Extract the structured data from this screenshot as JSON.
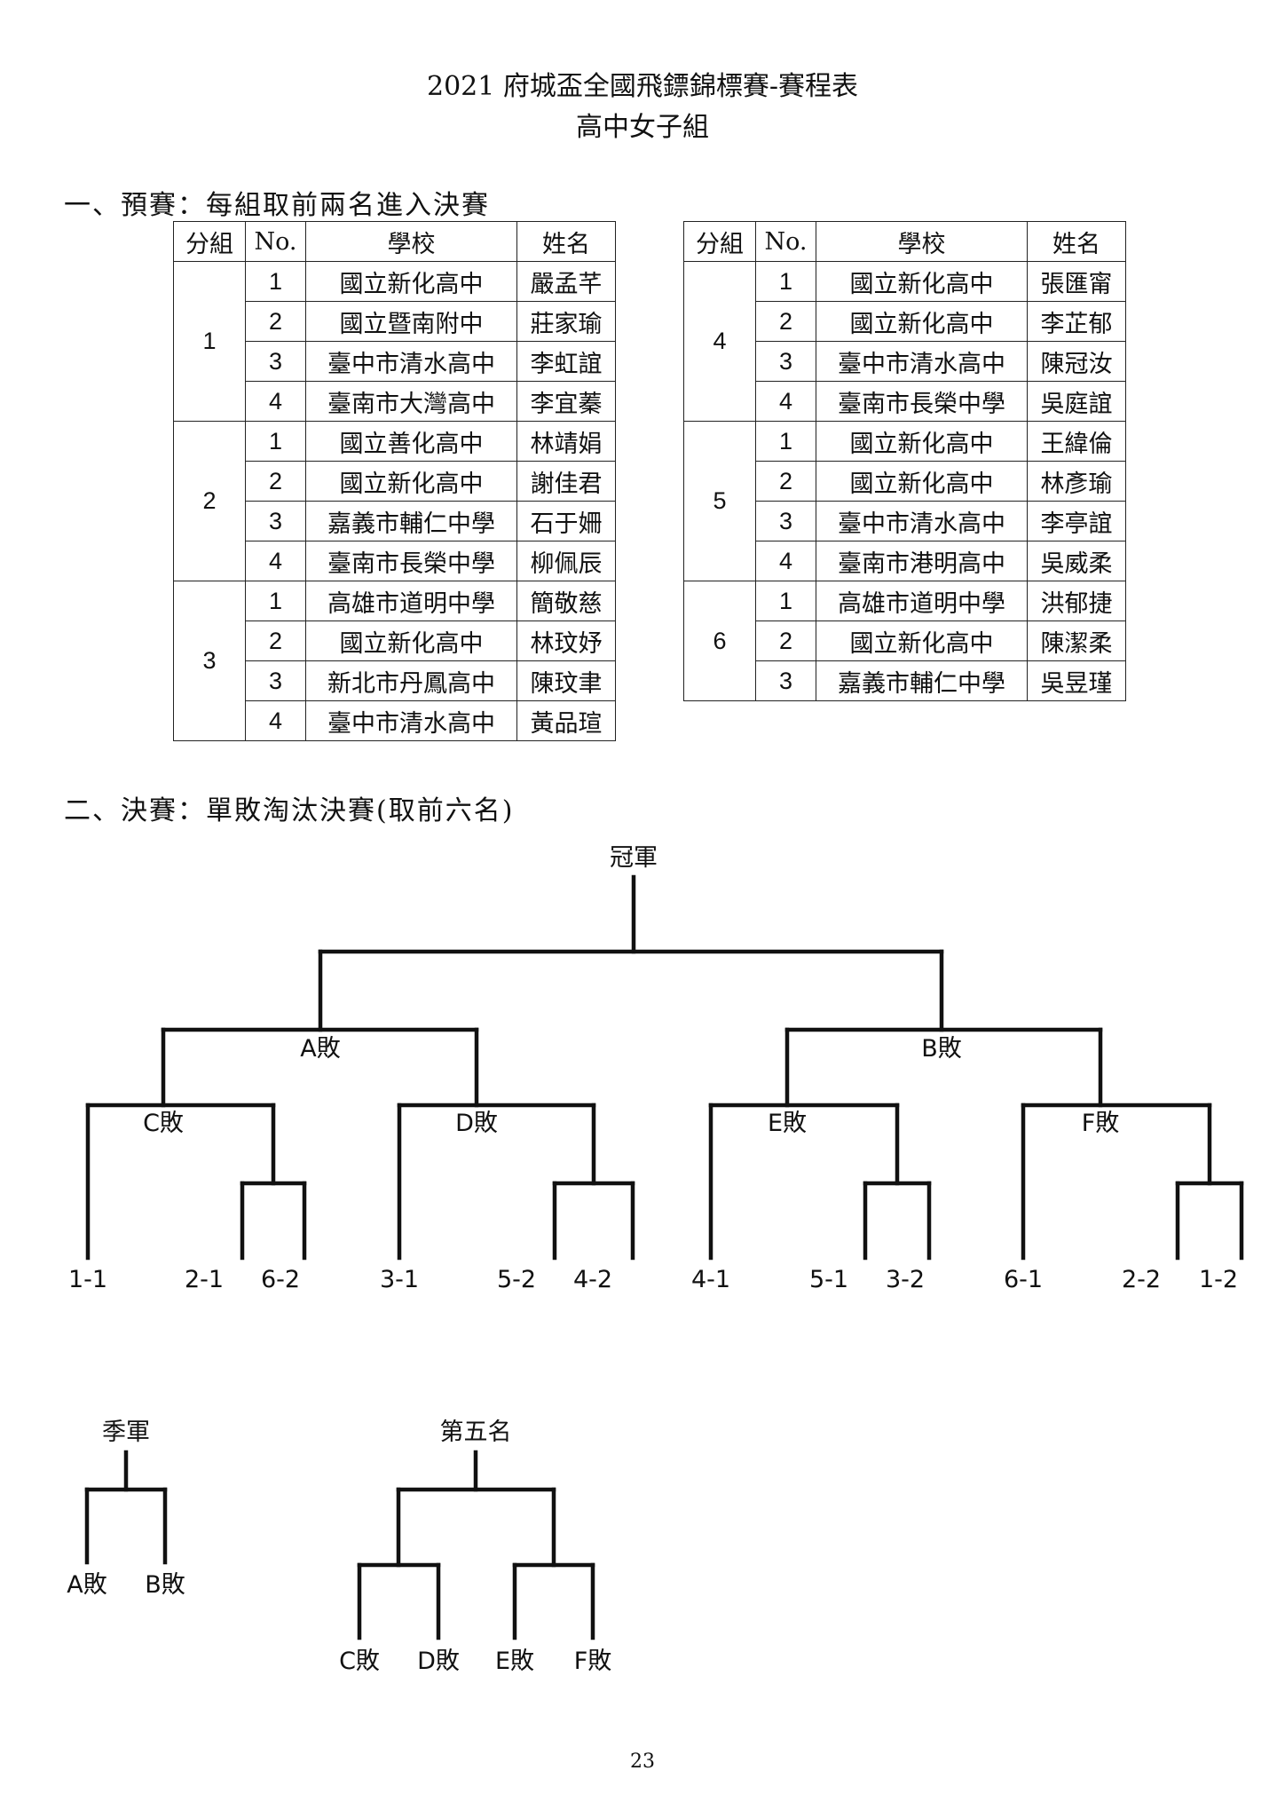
{
  "header": {
    "title": "2021 府城盃全國飛鏢錦標賽-賽程表",
    "subtitle": "高中女子組"
  },
  "prelim": {
    "heading": "一、預賽：每組取前兩名進入決賽",
    "columns": [
      "分組",
      "No.",
      "學校",
      "姓名"
    ],
    "left_groups": [
      {
        "group": "1",
        "rows": [
          {
            "no": "1",
            "school": "國立新化高中",
            "name": "嚴孟芊"
          },
          {
            "no": "2",
            "school": "國立暨南附中",
            "name": "莊家瑜"
          },
          {
            "no": "3",
            "school": "臺中市清水高中",
            "name": "李虹誼"
          },
          {
            "no": "4",
            "school": "臺南市大灣高中",
            "name": "李宜蓁"
          }
        ]
      },
      {
        "group": "2",
        "rows": [
          {
            "no": "1",
            "school": "國立善化高中",
            "name": "林靖娟"
          },
          {
            "no": "2",
            "school": "國立新化高中",
            "name": "謝佳君"
          },
          {
            "no": "3",
            "school": "嘉義市輔仁中學",
            "name": "石于姍"
          },
          {
            "no": "4",
            "school": "臺南市長榮中學",
            "name": "柳佩辰"
          }
        ]
      },
      {
        "group": "3",
        "rows": [
          {
            "no": "1",
            "school": "高雄市道明中學",
            "name": "簡敬慈"
          },
          {
            "no": "2",
            "school": "國立新化高中",
            "name": "林玟妤"
          },
          {
            "no": "3",
            "school": "新北市丹鳳高中",
            "name": "陳玟聿"
          },
          {
            "no": "4",
            "school": "臺中市清水高中",
            "name": "黃品瑄"
          }
        ]
      }
    ],
    "right_groups": [
      {
        "group": "4",
        "rows": [
          {
            "no": "1",
            "school": "國立新化高中",
            "name": "張匯甯"
          },
          {
            "no": "2",
            "school": "國立新化高中",
            "name": "李芷郁"
          },
          {
            "no": "3",
            "school": "臺中市清水高中",
            "name": "陳冠汝"
          },
          {
            "no": "4",
            "school": "臺南市長榮中學",
            "name": "吳庭誼"
          }
        ]
      },
      {
        "group": "5",
        "rows": [
          {
            "no": "1",
            "school": "國立新化高中",
            "name": "王緯倫"
          },
          {
            "no": "2",
            "school": "國立新化高中",
            "name": "林彥瑜"
          },
          {
            "no": "3",
            "school": "臺中市清水高中",
            "name": "李亭誼"
          },
          {
            "no": "4",
            "school": "臺南市港明高中",
            "name": "吳威柔"
          }
        ]
      },
      {
        "group": "6",
        "rows": [
          {
            "no": "1",
            "school": "高雄市道明中學",
            "name": "洪郁捷"
          },
          {
            "no": "2",
            "school": "國立新化高中",
            "name": "陳潔柔"
          },
          {
            "no": "3",
            "school": "嘉義市輔仁中學",
            "name": "吳昱瑾"
          }
        ]
      }
    ]
  },
  "final": {
    "heading": "二、決賽：單敗淘汰決賽(取前六名)",
    "champion": "冠軍",
    "losers": {
      "A": "A敗",
      "B": "B敗",
      "C": "C敗",
      "D": "D敗",
      "E": "E敗",
      "F": "F敗"
    },
    "seeds": [
      "1-1",
      "2-1",
      "6-2",
      "3-1",
      "5-2",
      "4-2",
      "4-1",
      "5-1",
      "3-2",
      "6-1",
      "2-2",
      "1-2"
    ],
    "third_place": {
      "title": "季軍",
      "players": [
        "A敗",
        "B敗"
      ]
    },
    "fifth_place": {
      "title": "第五名",
      "players": [
        "C敗",
        "D敗",
        "E敗",
        "F敗"
      ]
    }
  },
  "page_number": "23"
}
